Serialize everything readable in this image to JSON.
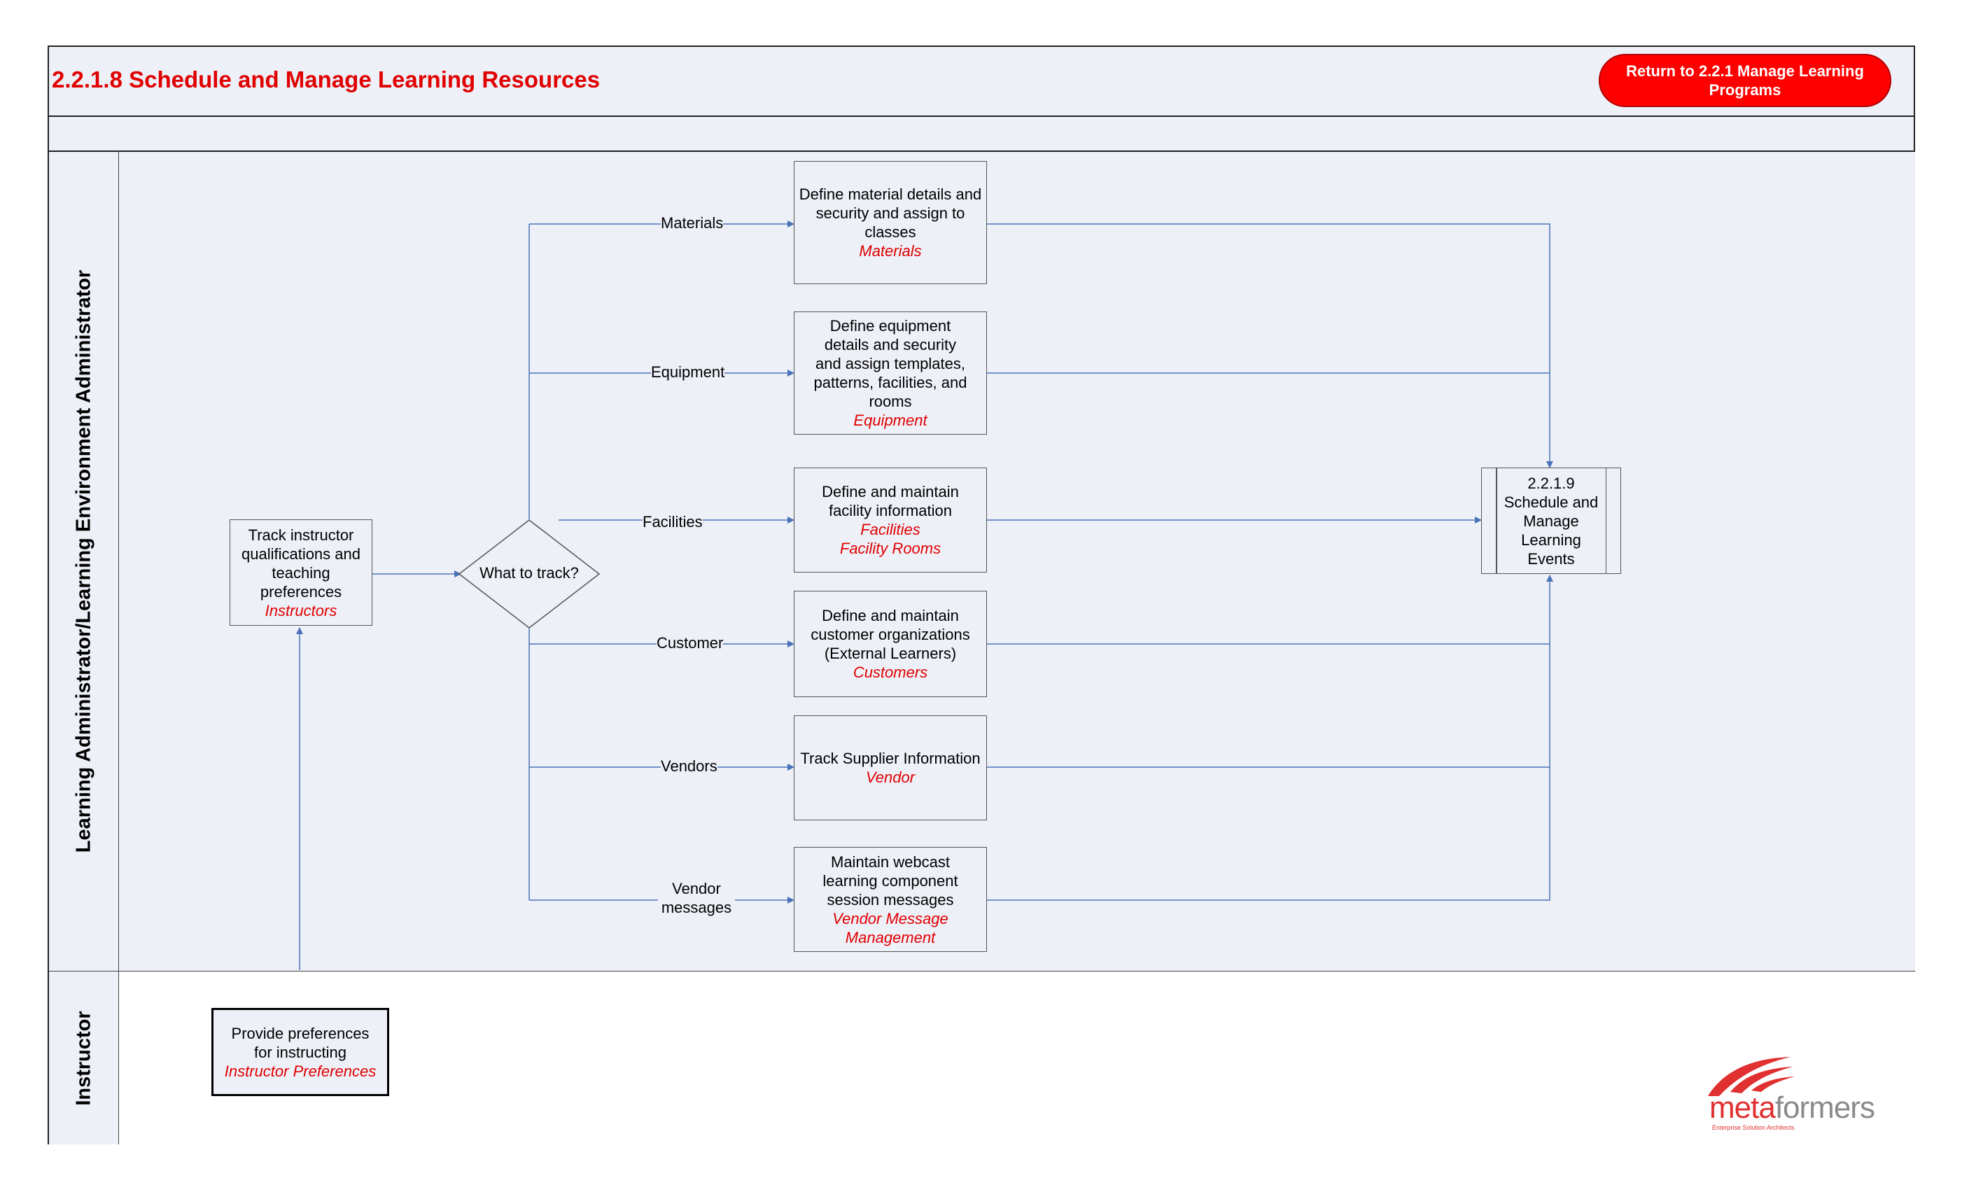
{
  "title": "2.2.1.8 Schedule and Manage Learning Resources",
  "return_button": "Return to 2.2.1 Manage Learning Programs",
  "lanes": {
    "admin": "Learning Administrator/Learning Environment Administrator",
    "instructor": "Instructor"
  },
  "nodes": {
    "track_instructor": {
      "text": "Track instructor qualifications and teaching preferences",
      "ref": "Instructors"
    },
    "decision": {
      "text": "What to track?"
    },
    "materials": {
      "text": "Define material details and security and assign to classes",
      "ref": "Materials"
    },
    "equipment": {
      "text": "Define equipment details and security and assign templates, patterns, facilities, and rooms",
      "ref": "Equipment"
    },
    "facilities": {
      "text": "Define and maintain facility information",
      "ref": "Facilities",
      "ref2": "Facility Rooms"
    },
    "customer": {
      "text": "Define and maintain customer organizations (External Learners)",
      "ref": "Customers"
    },
    "vendor": {
      "text": "Track Supplier Information",
      "ref": "Vendor"
    },
    "webcast": {
      "text": "Maintain webcast learning component session messages",
      "ref": "Vendor Message Management"
    },
    "events": {
      "text": "2.2.1.9 Schedule and Manage Learning Events"
    },
    "preferences": {
      "text": "Provide preferences for instructing",
      "ref": "Instructor Preferences"
    }
  },
  "edge_labels": {
    "materials": "Materials",
    "equipment": "Equipment",
    "facilities": "Facilities",
    "customer": "Customer",
    "vendors": "Vendors",
    "vendor_messages": "Vendor messages"
  },
  "logo": {
    "brand_red": "meta",
    "brand_grey": "formers",
    "tagline": "Enterprise Solution Architects"
  },
  "colors": {
    "title": "#e00000",
    "button": "#ff0000",
    "lane_fill": "#eef0f8",
    "connector": "#4a72b8",
    "reference": "#e00000"
  }
}
